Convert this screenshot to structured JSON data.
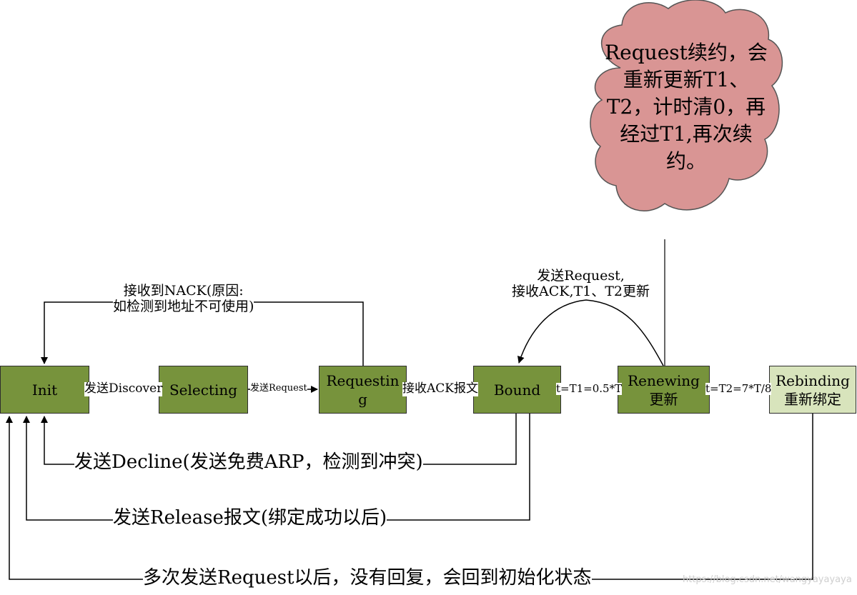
{
  "cloud": {
    "lines": [
      "Request续约，会",
      "重新更新T1、",
      "T2，计时清0，再",
      "经过T1,再次续",
      "约。"
    ],
    "fill": "#d99594"
  },
  "states": {
    "init": "Init",
    "selecting": "Selecting",
    "requesting_1": "Requestin",
    "requesting_2": "g",
    "bound": "Bound",
    "renewing_1": "Renewing",
    "renewing_2": "更新",
    "rebinding_1": "Rebinding",
    "rebinding_2": "重新绑定"
  },
  "edges": {
    "send_discover": "发送Discover",
    "send_request": "发送Request",
    "receive_ack": "接收ACK报文",
    "t1": "t=T1=0.5*T",
    "t2": "t=T2=7*T/8",
    "nack_1": "接收到NACK(原因:",
    "nack_2": "如检测到地址不可使用)",
    "renew_1": "发送Request,",
    "renew_2": "接收ACK,T1、T2更新",
    "decline": "发送Decline(发送免费ARP，检测到冲突)",
    "release": "发送Release报文(绑定成功以后)",
    "timeout": "多次发送Request以后，没有回复，会回到初始化状态"
  },
  "colors": {
    "state_fill": "#77933c",
    "rebinding_fill": "#d8e4bc",
    "line": "#000000"
  },
  "watermark": "https://blog.csdn.net/wangyayayaya"
}
